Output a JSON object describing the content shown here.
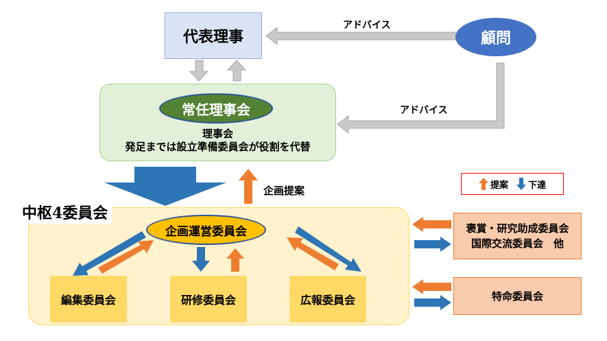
{
  "board": {
    "label": "代表理事"
  },
  "advisor": {
    "label": "顧問"
  },
  "advice_top": "アドバイス",
  "advice_mid": "アドバイス",
  "executive": {
    "oval_label": "常任理事会",
    "note_line1": "理事会",
    "note_line2": "発足までは設立準備委員会が役割を代替"
  },
  "proposal_label": "企画提案",
  "legend": {
    "up_label": "提案",
    "down_label": "下達"
  },
  "central": {
    "title": "中枢4委員会",
    "planning": "企画運営委員会",
    "committees": [
      "編集委員会",
      "研修委員会",
      "広報委員会"
    ]
  },
  "side": {
    "award_line1": "褒賞・研究助成委員会",
    "award_line2": "国際交流委員会　他",
    "special": "特命委員会"
  },
  "colors": {
    "up_arrow": "#ed7d31",
    "down_arrow": "#2e75b6",
    "gray_arrow": "#c9c9c9",
    "advisor": "#4472c4",
    "executive": "#548235",
    "planning": "#ffc000"
  }
}
